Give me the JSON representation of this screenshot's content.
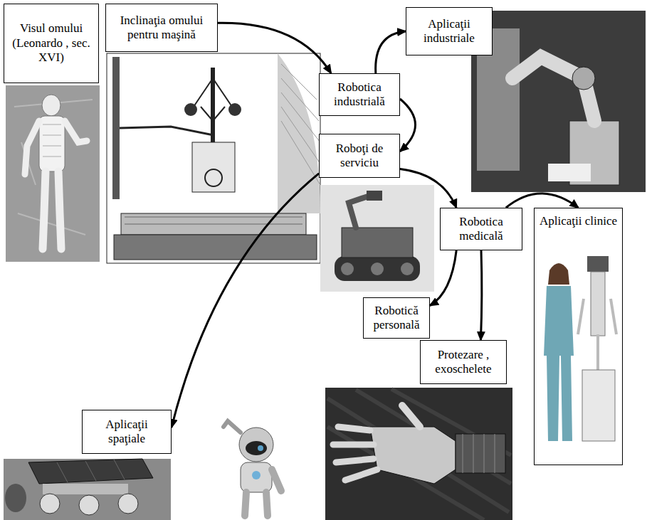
{
  "diagram": {
    "nodes": [
      {
        "text": [
          "Visul omului (Leonardo , sec. XVI)"
        ]
      },
      {
        "text": [
          "Inclinaţia omului pentru maşină"
        ]
      },
      {
        "text": [
          "Aplicaţii industriale"
        ]
      },
      {
        "text": [
          "Robotica industrială"
        ]
      },
      {
        "text": [
          "Roboţi de serviciu"
        ]
      },
      {
        "text": [
          "Robotica medicală"
        ]
      },
      {
        "text": [
          "Aplicaţii clinice"
        ]
      },
      {
        "text": [
          "Aplicaţii spaţiale"
        ]
      },
      {
        "text": [
          "Robotică personală"
        ]
      },
      {
        "text": [
          "Protezare , exoschelete"
        ]
      }
    ],
    "edges": [
      {
        "from": 1,
        "to": 3,
        "arrow": "to"
      },
      {
        "from": 3,
        "to": 2,
        "arrow": "to"
      },
      {
        "from": 3,
        "to": 4,
        "arrow": "to"
      },
      {
        "from": 4,
        "to": 5,
        "arrow": "to"
      },
      {
        "from": 5,
        "to": 6,
        "arrow": "to"
      },
      {
        "from": 5,
        "to": 8,
        "arrow": "to"
      },
      {
        "from": 5,
        "to": 9,
        "arrow": "to"
      },
      {
        "from": 4,
        "to": 7,
        "arrow": "to"
      }
    ]
  }
}
